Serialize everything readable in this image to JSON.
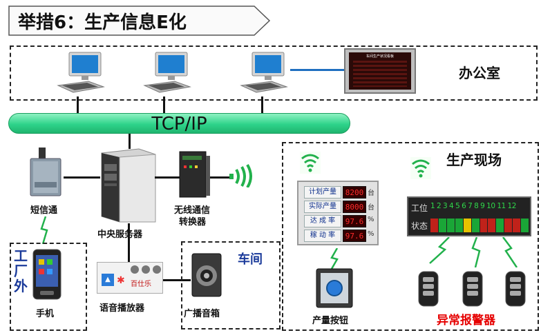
{
  "title": "举措6：生产信息E化",
  "network_label": "TCP/IP",
  "zones": {
    "office": "办公室",
    "production_site": "生产现场",
    "workshop": "车间",
    "factory_outside": "工厂外"
  },
  "devices": {
    "sms": "短信通",
    "server": "中央服务器",
    "wireless_line1": "无线通信",
    "wireless_line2": "转换器",
    "phone": "手机",
    "voice_player": "语音播放器",
    "speaker": "广播音箱",
    "output_button": "产量按钮",
    "alarm": "异常报警器"
  },
  "production_board": {
    "rows": [
      {
        "name": "计划产量",
        "value": "8200",
        "unit": "台"
      },
      {
        "name": "实际产量",
        "value": "8000",
        "unit": "台"
      },
      {
        "name": "达 成 率",
        "value": "97.6",
        "unit": "%"
      },
      {
        "name": "稼 动 率",
        "value": "97.6",
        "unit": "%"
      }
    ]
  },
  "station_board": {
    "row1_label": "工位",
    "row2_label": "状态",
    "numbers": "1 2 3 4 5 6 7 8 9 10 11 12"
  },
  "monitor_caption": "车间生产状况看板",
  "player_brand": "百仕乐",
  "colors": {
    "network": "#2ed38a",
    "alarm_text": "#e60000",
    "led": "#ff2b2b",
    "wifi": "#22b14c",
    "status_red": "#c0221a",
    "status_green": "#1aa637",
    "status_yellow": "#e6c200"
  }
}
